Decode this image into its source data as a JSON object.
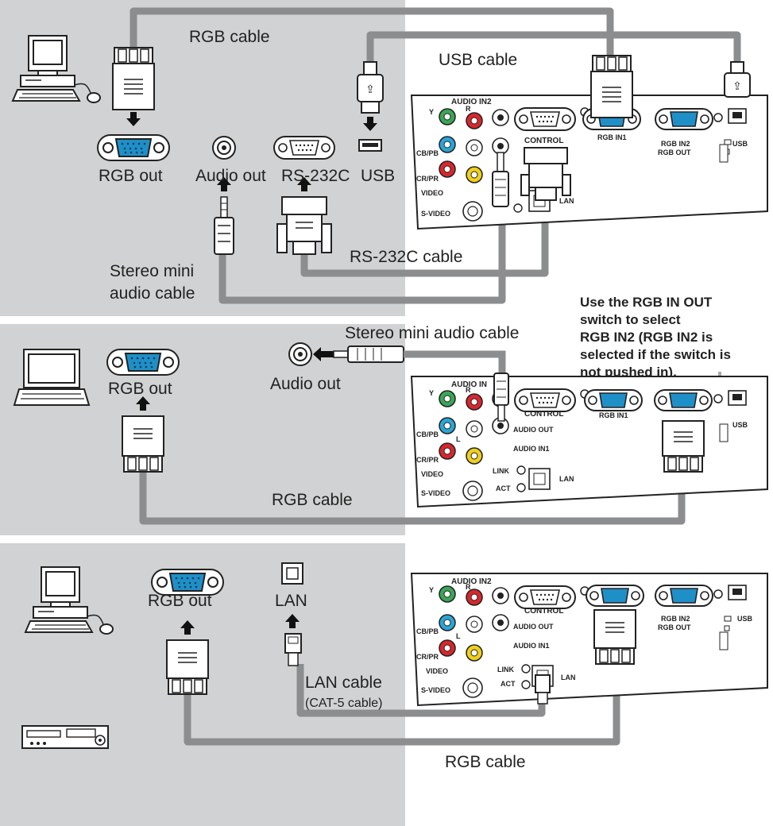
{
  "diagram1": {
    "labels": {
      "rgb_cable": "RGB cable",
      "usb_cable": "USB cable",
      "rgb_out": "RGB out",
      "audio_out": "Audio out",
      "rs232c": "RS-232C",
      "usb": "USB",
      "rs232c_cable": "RS-232C cable",
      "stereo_line1": "Stereo mini",
      "stereo_line2": "audio cable"
    }
  },
  "diagram2": {
    "labels": {
      "stereo_mini_audio_cable": "Stereo mini audio cable",
      "rgb_out": "RGB out",
      "audio_out": "Audio out",
      "rgb_cable": "RGB cable"
    },
    "note": [
      "Use the RGB IN OUT",
      "switch to select",
      "RGB IN2 (RGB IN2 is",
      "selected if the switch is",
      "not pushed in)."
    ]
  },
  "diagram3": {
    "labels": {
      "rgb_out": "RGB out",
      "lan": "LAN",
      "lan_cable": "LAN cable",
      "cat5": "(CAT-5 cable)",
      "rgb_cable": "RGB cable"
    }
  },
  "panel": {
    "audio_in2": "AUDIO IN2",
    "audio_in": "AUDIO IN",
    "audio_in1": "AUDIO IN1",
    "audio_out": "AUDIO OUT",
    "y": "Y",
    "r": "R",
    "l": "L",
    "cb_pb": "CB/PB",
    "cr_pr": "CR/PR",
    "video": "VIDEO",
    "s_video": "S-VIDEO",
    "control": "CONTROL",
    "rgb_in1": "RGB IN1",
    "rgb_in2": "RGB IN2",
    "rgb_out": "RGB OUT",
    "usb": "USB",
    "link": "LINK",
    "act": "ACT",
    "lan": "LAN"
  },
  "colors": {
    "bg_gray": "#d0d2d3",
    "cable_gray": "#8b8d8f",
    "vga_blue": "#1f8fc8",
    "jack_green": "#3aa657",
    "jack_red": "#d9262d",
    "jack_blue": "#2aa5d4",
    "jack_yellow": "#f0cf1b"
  }
}
